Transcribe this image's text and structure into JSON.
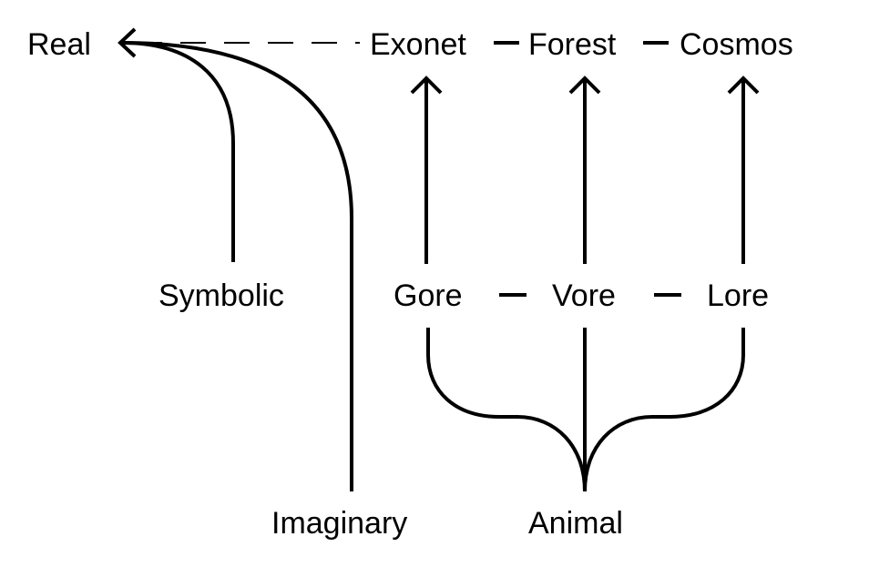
{
  "diagram": {
    "labels": {
      "real": "Real",
      "exonet": "Exonet",
      "forest": "Forest",
      "cosmos": "Cosmos",
      "symbolic": "Symbolic",
      "gore": "Gore",
      "vore": "Vore",
      "lore": "Lore",
      "imaginary": "Imaginary",
      "animal": "Animal"
    },
    "colors": {
      "background": "#ffffff",
      "ink": "#000000"
    }
  }
}
